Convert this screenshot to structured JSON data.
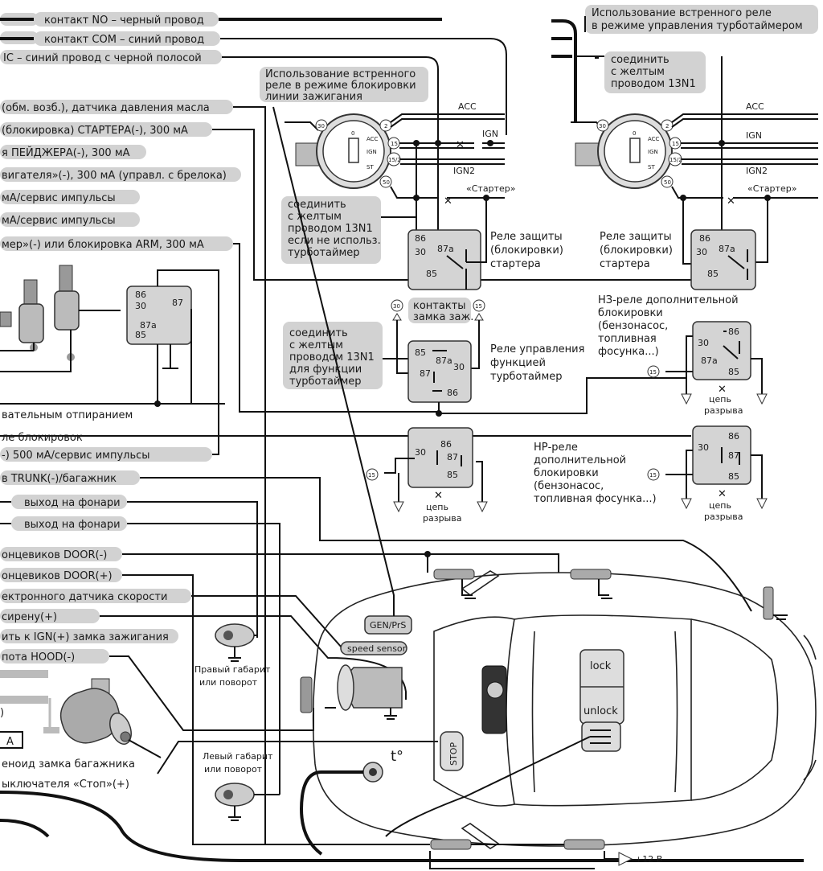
{
  "top_wires": {
    "no": "контакт NO – черный провод",
    "com": "контакт COM – синий провод",
    "nc": "IC – синий провод с черной полосой"
  },
  "left_labels": [
    "(обм. возб.), датчика давления масла",
    "(блокировка) СТАРТЕРА(-), 300 мА",
    "я ПЕЙДЖЕРА(-), 300 мА",
    "вигателя»(-), 300 мА (управл. с брелока)",
    "мА/сервис импульсы",
    "мА/сервис импульсы",
    "мер»(-) или блокировка ARM, 300 мА"
  ],
  "mid_labels": {
    "unlock_two_step": "вательным отпиранием",
    "lock_loop": "ле блокировок",
    "service": "-) 500 мА/сервис импульсы",
    "trunk": "в TRUNK(-)/багажник",
    "lights1": "выход на фонари",
    "lights2": "выход на фонари",
    "door_neg": "онцевиков DOOR(-)",
    "door_pos": "онцевиков DOOR(+)",
    "speed": "ектронного датчика скорости",
    "siren": "сирену(+)",
    "ign": "ить к IGN(+) замка зажигания",
    "hood": "пота HOOD(-)",
    "trunk_sol": "еноид замка багажника",
    "stop": "ыключателя «Стоп»(+)"
  },
  "callouts": {
    "ign_block": [
      "Использование встренного",
      "реле в режиме блокировки",
      "линии зажигания"
    ],
    "turbo": [
      "Использование встренного реле",
      "в режиме управления турботаймером"
    ],
    "connect_right": [
      "соединить",
      "с желтым",
      "проводом 13N1"
    ],
    "connect_left": [
      "соединить",
      "с желтым",
      "проводом 13N1",
      "если не использ.",
      "турботаймер"
    ],
    "connect_turbo": [
      "соединить",
      "с желтым",
      "проводом 13N1",
      "для функции",
      "турботаймер"
    ],
    "lock_contacts": [
      "контакты",
      "замка заж."
    ]
  },
  "ign_switch": {
    "acc": "ACC",
    "ign": "IGN",
    "ign2": "IGN2",
    "st": "ST",
    "zero": "0",
    "starter": "«Стартер»",
    "pins": [
      "30",
      "2",
      "15",
      "15/2",
      "50"
    ]
  },
  "relays": {
    "starter_protect": [
      "Реле защиты",
      "(блокировки)",
      "стартера"
    ],
    "turbo_relay": [
      "Реле управления",
      "функцией",
      "турботаймер"
    ],
    "nc_relay": [
      "НЗ-реле дополнительной",
      "блокировки",
      "(бензонасос,",
      "топливная",
      "фосунка...)"
    ],
    "no_relay": [
      "НР-реле",
      "дополнительной",
      "блокировки",
      "(бензонасос,",
      "топливная фосунка...)"
    ],
    "break": [
      "цепь",
      "разрыва"
    ],
    "pins": [
      "86",
      "30",
      "87a",
      "85",
      "87"
    ]
  },
  "car": {
    "gen": "GEN/PrS",
    "speed_sensor": "speed sensor",
    "lock": "lock",
    "unlock": "unlock",
    "stop": "STOP",
    "temp": "t°",
    "right_lamp": [
      "Правый габарит",
      "или поворот"
    ],
    "left_lamp": [
      "Левый габарит",
      "или поворот"
    ],
    "plus12": "+12 В",
    "a_letter": "A",
    "paren": ")"
  },
  "colors": {
    "pill": "#d2d2d2",
    "relay": "#d4d4d4",
    "wire": "#111111"
  }
}
